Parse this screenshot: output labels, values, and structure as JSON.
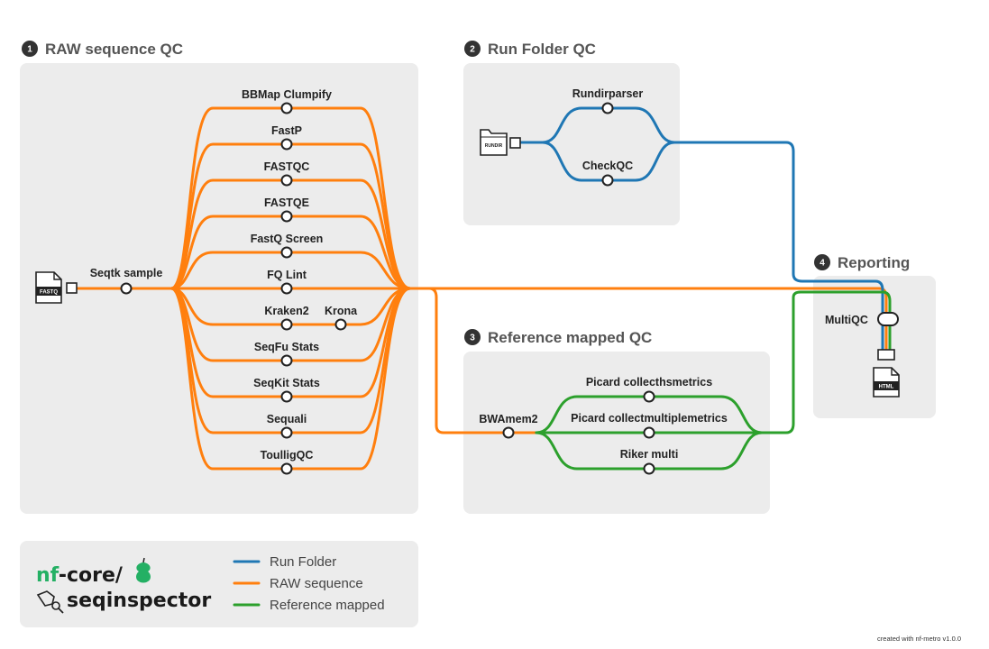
{
  "sections": [
    {
      "number": "1",
      "title": "RAW sequence QC"
    },
    {
      "number": "2",
      "title": "Run Folder QC"
    },
    {
      "number": "3",
      "title": "Reference mapped QC"
    },
    {
      "number": "4",
      "title": "Reporting"
    }
  ],
  "raw": {
    "input_file": "FASTQ",
    "seqtk": "Seqtk sample",
    "tools": [
      "BBMap Clumpify",
      "FastP",
      "FASTQC",
      "FASTQE",
      "FastQ Screen",
      "FQ Lint",
      "Kraken2",
      "SeqFu Stats",
      "SeqKit Stats",
      "Sequali",
      "ToulligQC"
    ],
    "krona": "Krona"
  },
  "runfolder": {
    "input_file": "RUNDIR",
    "tools": [
      "Rundirparser",
      "CheckQC"
    ]
  },
  "refmapped": {
    "bwa": "BWAmem2",
    "tools": [
      "Picard collecthsmetrics",
      "Picard collectmultiplemetrics",
      "Riker multi"
    ]
  },
  "reporting": {
    "multiqc": "MultiQC",
    "output_file": "HTML"
  },
  "legend": [
    {
      "label": "Run Folder",
      "color": "#1f77b4"
    },
    {
      "label": "RAW sequence",
      "color": "#ff7f0e"
    },
    {
      "label": "Reference mapped",
      "color": "#2ca02c"
    }
  ],
  "brand": {
    "prefix_nf": "nf",
    "prefix_rest": "-core/",
    "name": "seqinspector",
    "nf_color": "#24b064"
  },
  "footer": "created with nf-metro v1.0.0"
}
